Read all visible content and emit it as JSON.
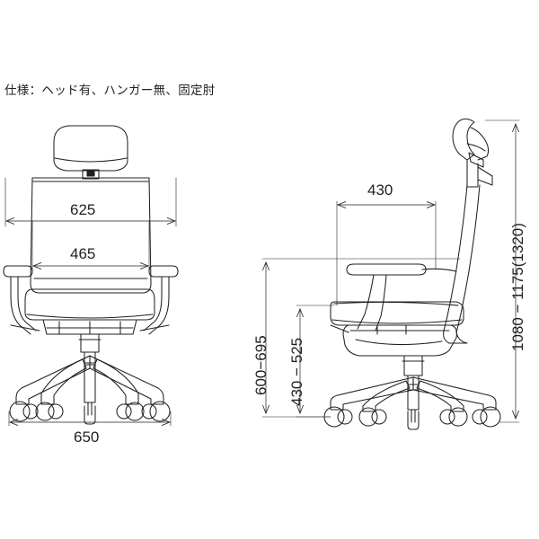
{
  "drawing": {
    "spec_title": "仕様：ヘッド有、ハンガー無、固定肘",
    "subject": "office-chair-technical-drawing",
    "views": [
      {
        "name": "front-view",
        "label": "front"
      },
      {
        "name": "side-view",
        "label": "side"
      }
    ],
    "line_color": "#231f20",
    "background_color": "#ffffff"
  },
  "dimensions": {
    "front": {
      "overall_back_width": "625",
      "seat_width": "465",
      "base_width": "650"
    },
    "side": {
      "seat_depth": "430",
      "backrest_height_range": "600−695",
      "seat_height_range": "430 − 525",
      "overall_height_range": "1080 − 1175(1320)"
    }
  }
}
